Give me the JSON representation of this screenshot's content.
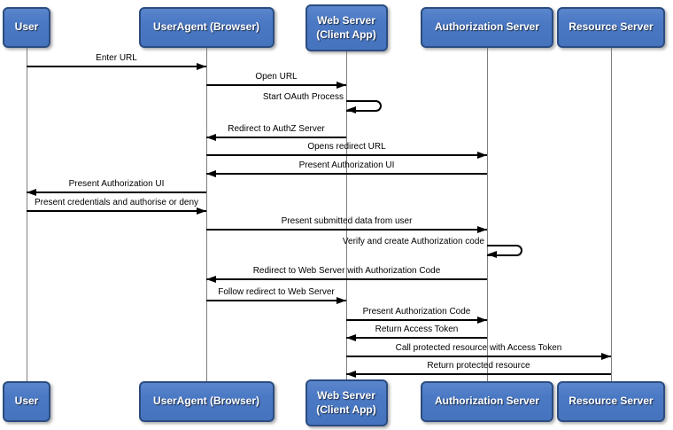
{
  "diagram": {
    "type": "sequence",
    "actors": [
      {
        "id": "user",
        "label": "User",
        "lines": [
          "User"
        ]
      },
      {
        "id": "useragent",
        "label": "UserAgent (Browser)",
        "lines": [
          "UserAgent (Browser)"
        ]
      },
      {
        "id": "webserver",
        "label": "Web Server (Client App)",
        "lines": [
          "Web Server",
          "(Client App)"
        ]
      },
      {
        "id": "authserver",
        "label": "Authorization Server",
        "lines": [
          "Authorization Server"
        ]
      },
      {
        "id": "resourceserver",
        "label": "Resource Server",
        "lines": [
          "Resource Server"
        ]
      }
    ],
    "messages": [
      {
        "label": "Enter URL",
        "from": "user",
        "to": "useragent",
        "type": "arrow"
      },
      {
        "label": "Open URL",
        "from": "useragent",
        "to": "webserver",
        "type": "arrow"
      },
      {
        "label": "Start OAuth Process",
        "from": "webserver",
        "to": "webserver",
        "type": "self"
      },
      {
        "label": "Redirect to AuthZ Server",
        "from": "webserver",
        "to": "useragent",
        "type": "arrow"
      },
      {
        "label": "Opens redirect URL",
        "from": "useragent",
        "to": "authserver",
        "type": "arrow"
      },
      {
        "label": "Present Authorization UI",
        "from": "authserver",
        "to": "useragent",
        "type": "arrow"
      },
      {
        "label": "Present Authorization UI",
        "from": "useragent",
        "to": "user",
        "type": "arrow"
      },
      {
        "label": "Present credentials and authorise or deny",
        "from": "user",
        "to": "useragent",
        "type": "arrow"
      },
      {
        "label": "Present submitted data from user",
        "from": "useragent",
        "to": "authserver",
        "type": "arrow"
      },
      {
        "label": "Verify and create Authorization code",
        "from": "authserver",
        "to": "authserver",
        "type": "self"
      },
      {
        "label": "Redirect to Web Server with Authorization Code",
        "from": "authserver",
        "to": "useragent",
        "type": "arrow"
      },
      {
        "label": "Follow redirect to Web Server",
        "from": "useragent",
        "to": "webserver",
        "type": "arrow"
      },
      {
        "label": "Present Authorization Code",
        "from": "webserver",
        "to": "authserver",
        "type": "arrow"
      },
      {
        "label": "Return Access Token",
        "from": "authserver",
        "to": "webserver",
        "type": "arrow"
      },
      {
        "label": "Call protected resource with Access Token",
        "from": "webserver",
        "to": "resourceserver",
        "type": "arrow"
      },
      {
        "label": "Return protected resource",
        "from": "resourceserver",
        "to": "webserver",
        "type": "arrow"
      }
    ],
    "colors": {
      "actor_fill": "#4b79c4",
      "actor_border": "#2b4c80",
      "actor_text": "#ffffff",
      "lifeline": "#7f7f7f",
      "arrow": "#000000",
      "background": "#ffffff"
    }
  }
}
